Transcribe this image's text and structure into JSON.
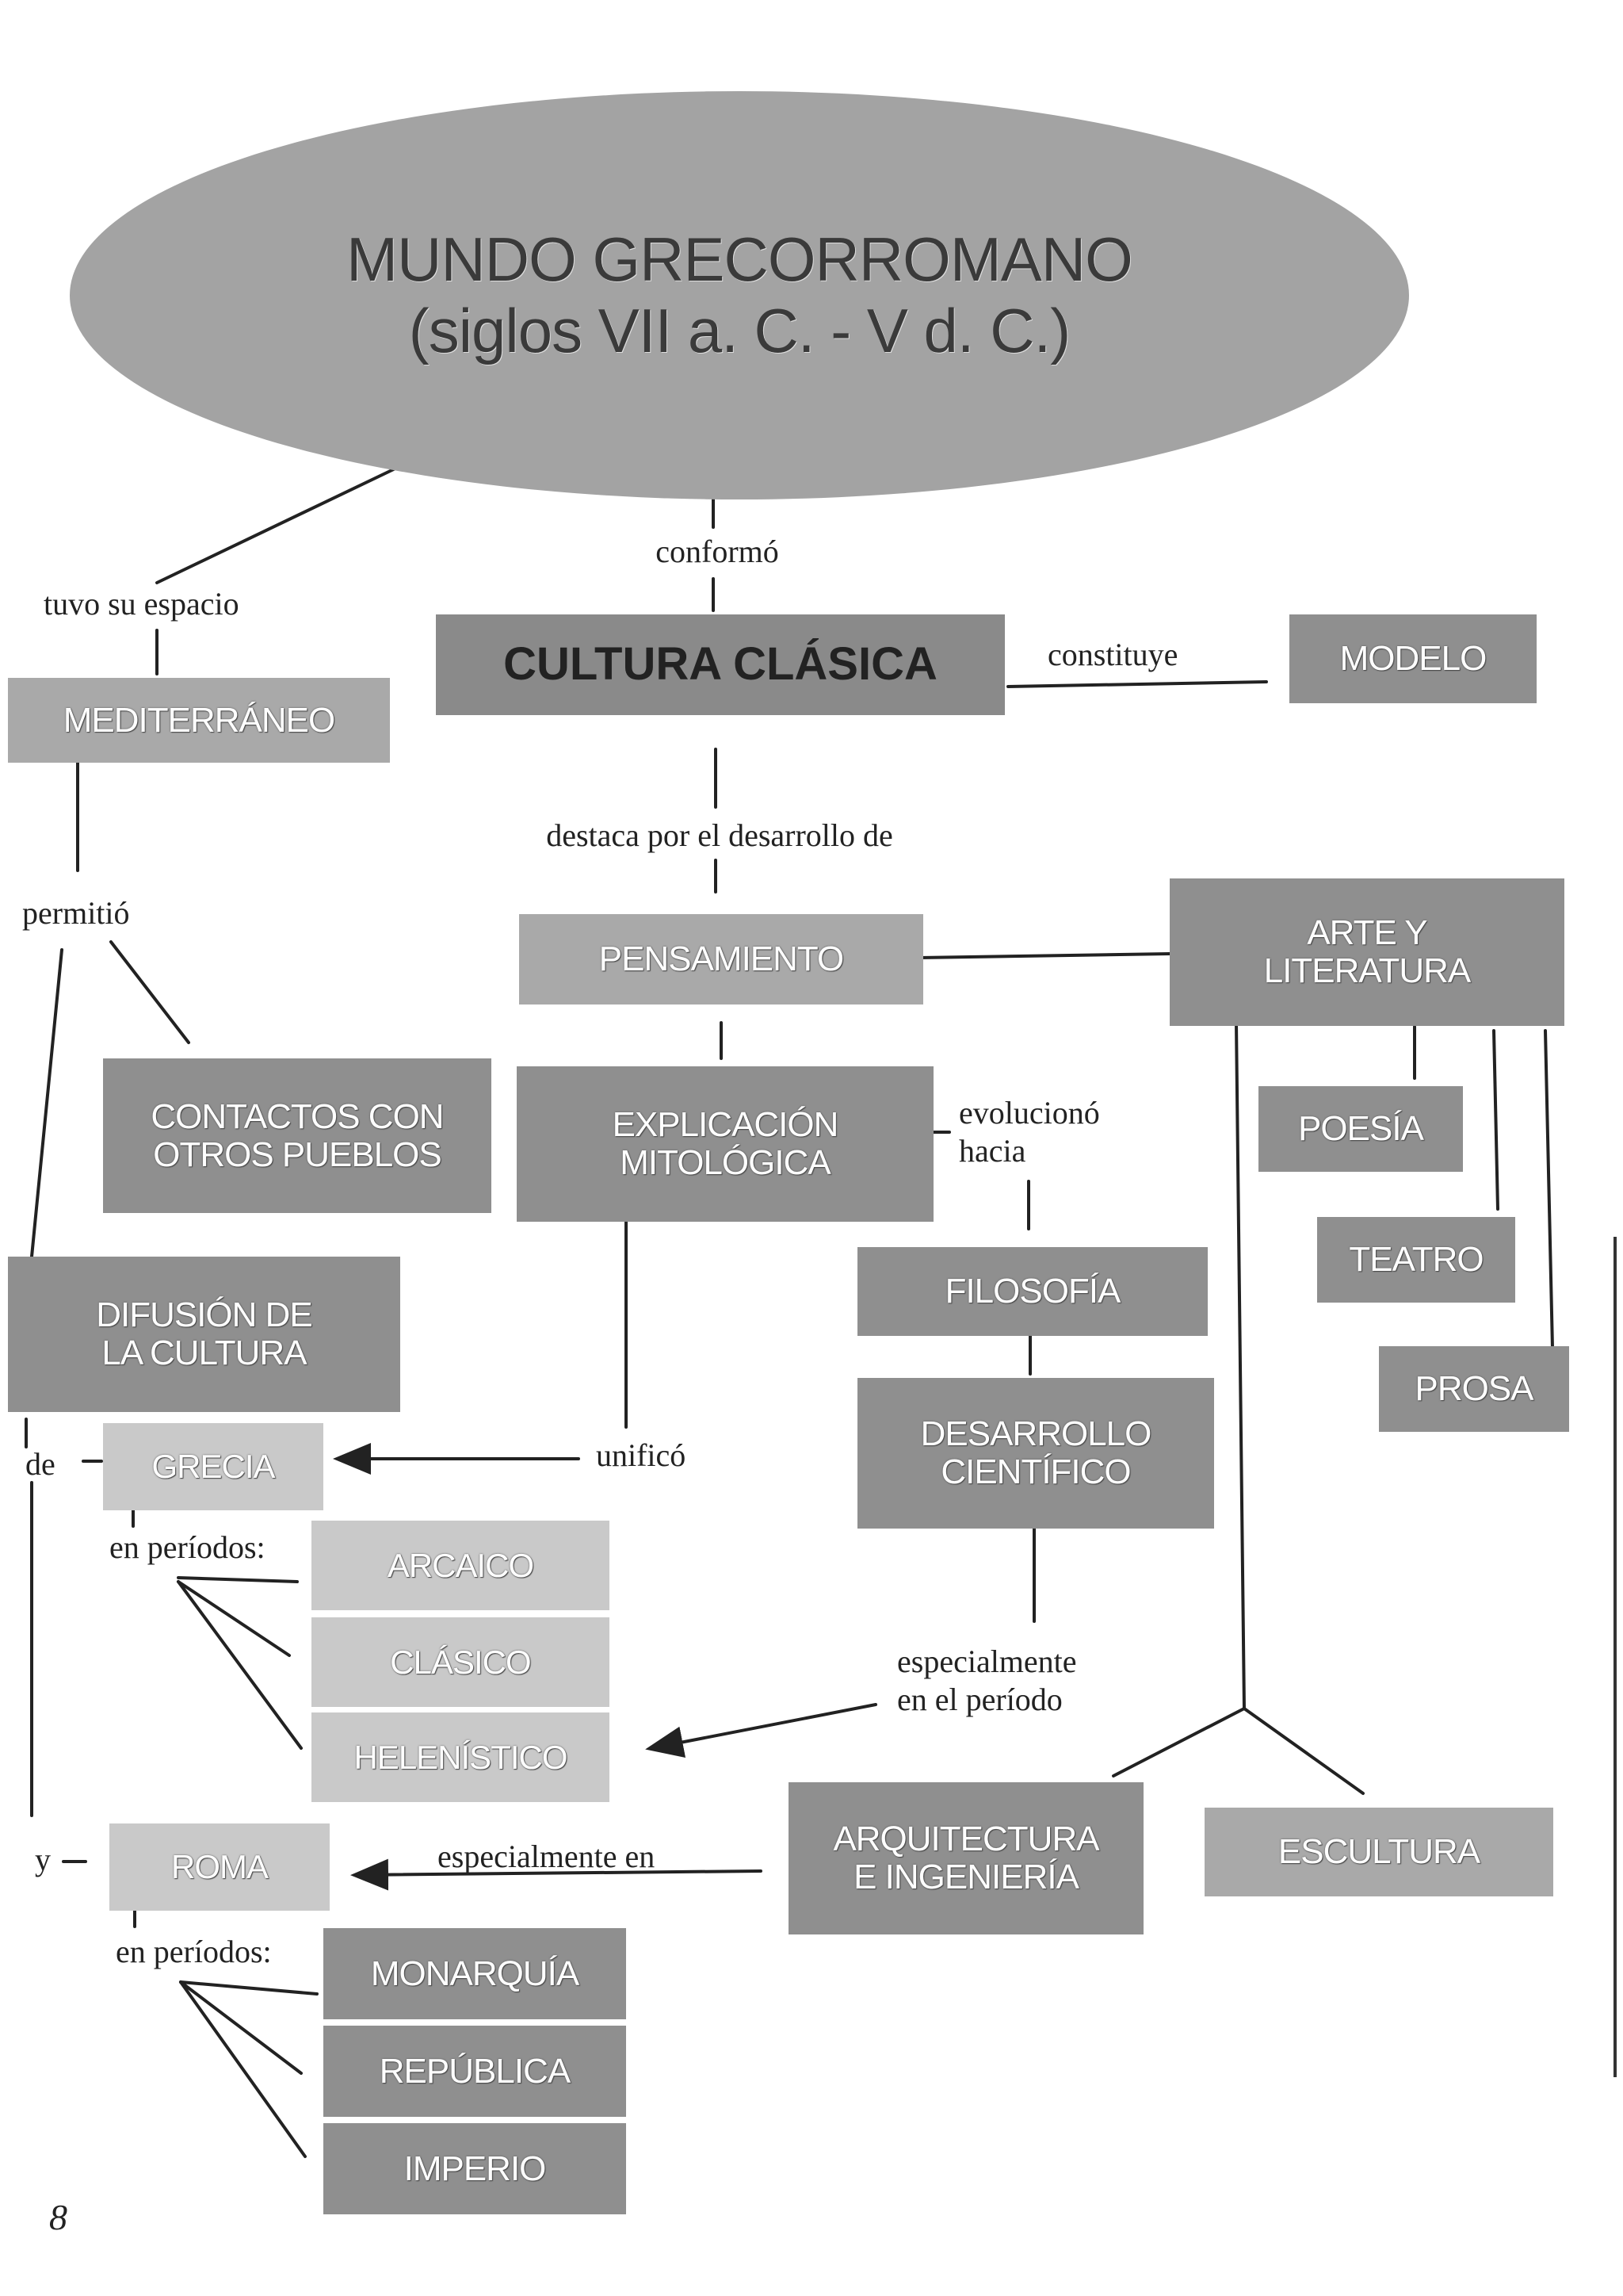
{
  "title": {
    "line1": "MUNDO GRECORROMANO",
    "line2": "(siglos VII a. C. - V d. C.)"
  },
  "nodes": {
    "cultura_clasica": "CULTURA CLÁSICA",
    "modelo": "MODELO",
    "mediterraneo": "MEDITERRÁNEO",
    "pensamiento": "PENSAMIENTO",
    "arte_literatura": "ARTE Y\nLITERATURA",
    "contactos": "CONTACTOS CON\nOTROS PUEBLOS",
    "explicacion": "EXPLICACIÓN\nMITOLÓGICA",
    "poesia": "POESÍA",
    "teatro": "TEATRO",
    "prosa": "PROSA",
    "filosofia": "FILOSOFÍA",
    "difusion": "DIFUSIÓN DE\nLA CULTURA",
    "desarrollo": "DESARROLLO\nCIENTÍFICO",
    "grecia": "GRECIA",
    "arcaico": "ARCAICO",
    "clasico": "CLÁSICO",
    "helenistico": "HELENÍSTICO",
    "arquitectura": "ARQUITECTURA\nE INGENIERÍA",
    "escultura": "ESCULTURA",
    "roma": "ROMA",
    "monarquia": "MONARQUÍA",
    "republica": "REPÚBLICA",
    "imperio": "IMPERIO"
  },
  "labels": {
    "conformo": "conformó",
    "tuvo_su_espacio": "tuvo su espacio",
    "constituye": "constituye",
    "destaca": "destaca por el desarrollo de",
    "permitio": "permitió",
    "evoluciono": "evolucionó\nhacia",
    "unifico": "unificó",
    "de": "de",
    "en_periodos_1": "en períodos:",
    "especialmente": "especialmente\nen el período",
    "y": "y",
    "especialmente_en": "especialmente en",
    "en_periodos_2": "en períodos:"
  },
  "page_number": "8"
}
